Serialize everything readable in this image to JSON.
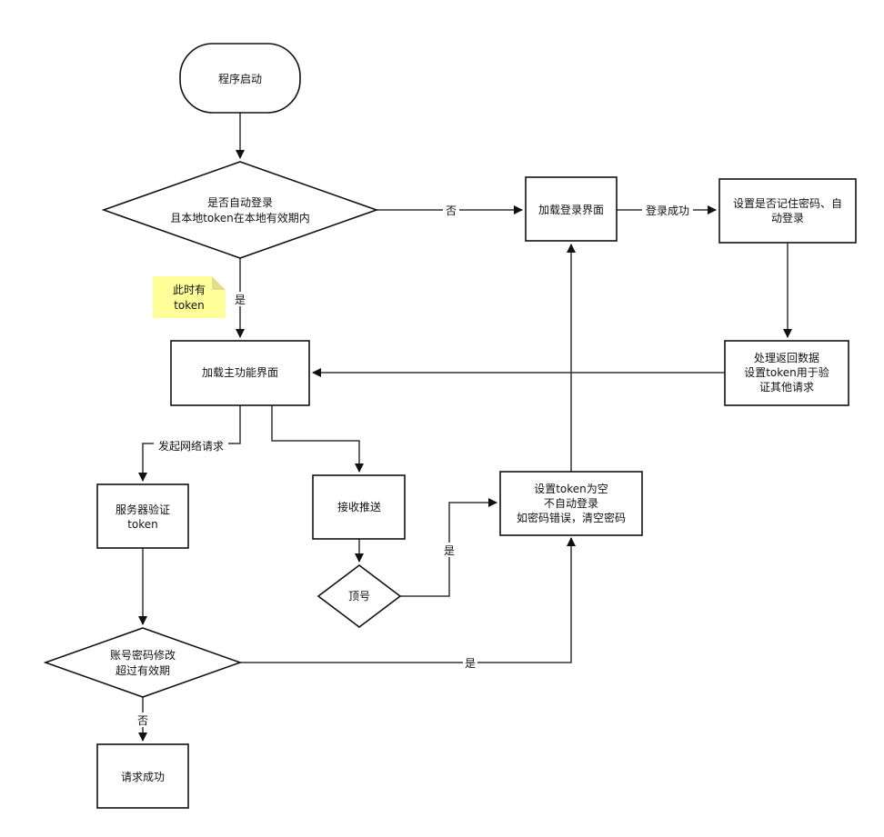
{
  "nodes": {
    "start": "程序启动",
    "check_auto": [
      "是否自动登录",
      "且本地token在本地有效期内"
    ],
    "load_login": "加载登录界面",
    "set_remember": [
      "设置是否记住密码、自",
      "动登录"
    ],
    "process_data": [
      "处理返回数据",
      "设置token用于验",
      "证其他请求"
    ],
    "load_main": "加载主功能界面",
    "server_verify": [
      "服务器验证",
      "token"
    ],
    "receive_push": "接收推送",
    "kicked": "顶号",
    "set_token_empty": [
      "设置token为空",
      "不自动登录",
      "如密码错误，清空密码"
    ],
    "pw_changed": [
      "账号密码修改",
      "超过有效期"
    ],
    "request_ok": "请求成功"
  },
  "note": [
    "此时有",
    "token"
  ],
  "edge_labels": {
    "no_to_login": "否",
    "login_success": "登录成功",
    "yes_to_main": "是",
    "send_request": "发起网络请求",
    "kicked_yes": "是",
    "changed_yes": "是",
    "changed_no": "否"
  },
  "colors": {
    "stroke": "#111111",
    "note_fill": "#ffff99"
  }
}
